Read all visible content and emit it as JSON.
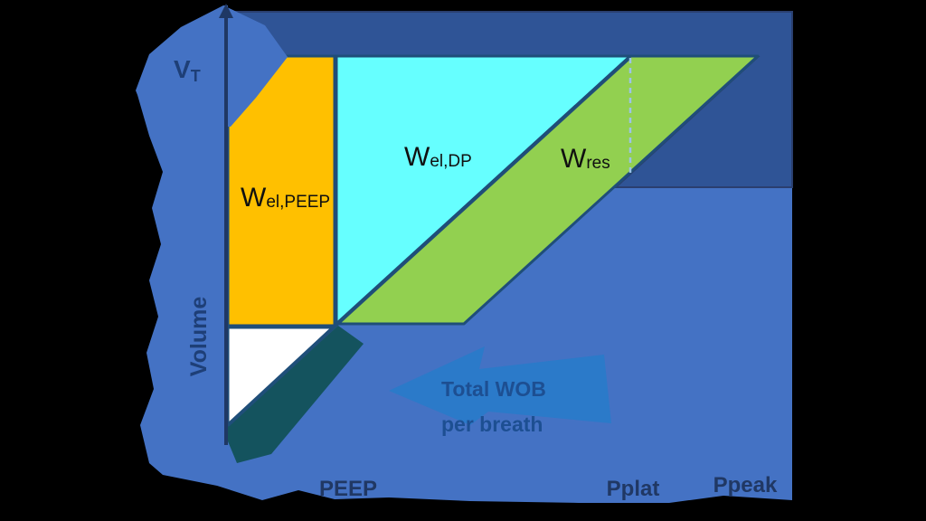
{
  "diagram": {
    "type": "work-of-breathing pressure-volume diagram",
    "areas": [
      {
        "id": "wel-peep",
        "label_main": "W",
        "label_sub": "el,PEEP",
        "color": "#FFC000",
        "description": "elastic work against PEEP (rectangle)"
      },
      {
        "id": "wel-dp",
        "label_main": "W",
        "label_sub": "el,DP",
        "color": "#66FFFF",
        "description": "elastic work from driving pressure (triangle)"
      },
      {
        "id": "wres",
        "label_main": "W",
        "label_sub": "res",
        "color": "#92D050",
        "description": "resistive work (parallelogram)"
      }
    ],
    "axis": {
      "y_label_main": "V",
      "y_label_sub": "T",
      "y_axis_label": "Volume",
      "ticks": [
        "PEEP",
        "Pplat",
        "Ppeak"
      ]
    },
    "annotation": {
      "line1": "Total WOB",
      "line2": "per breath"
    },
    "colors": {
      "background_medium_blue": "#4472C4",
      "background_dark_slate": "#2F5496",
      "annotation_arrow_blue": "#2B7AC9",
      "border_navy": "#1F4E79",
      "axis_navy": "#1F3864",
      "shadow_teal": "#14535E",
      "dashed_line": "#9DC3E6",
      "below_peep_triangle": "#FFFFFF",
      "text_navy": "#203864"
    }
  }
}
